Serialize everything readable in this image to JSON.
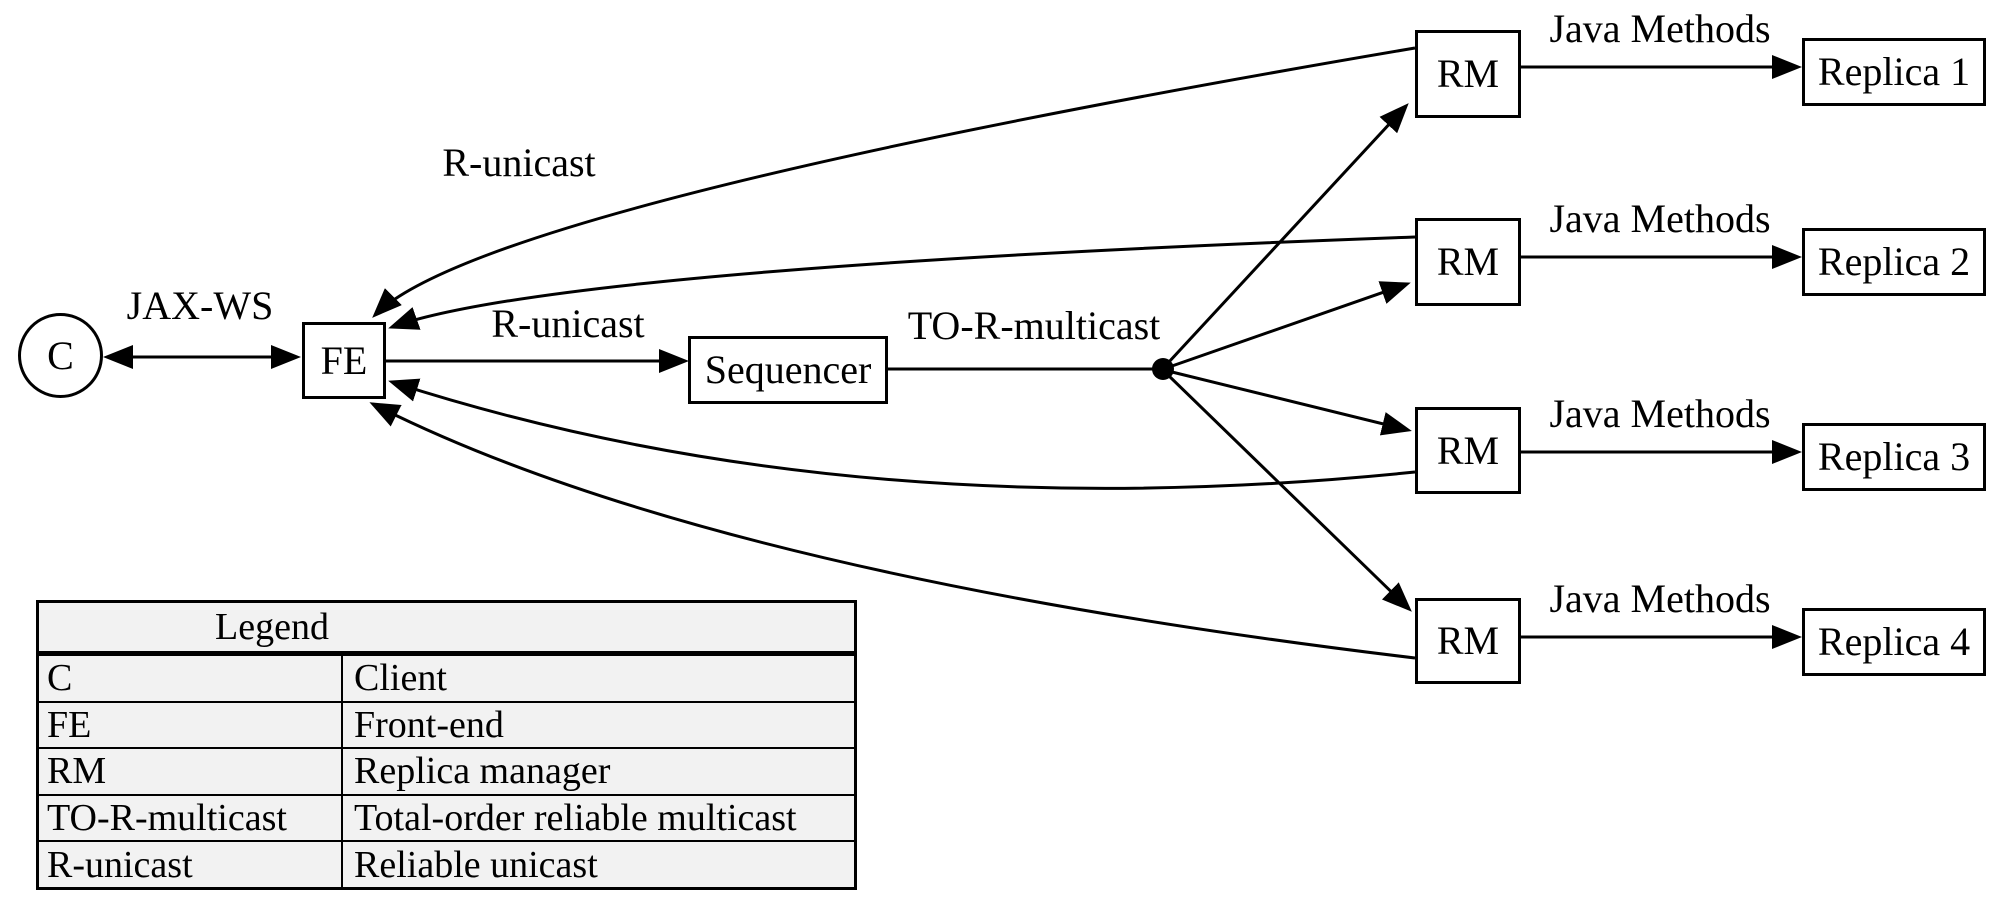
{
  "nodes": {
    "client_label": "C",
    "frontend_label": "FE",
    "sequencer_label": "Sequencer",
    "rm_label": "RM",
    "replica_labels": [
      "Replica 1",
      "Replica 2",
      "Replica 3",
      "Replica 4"
    ]
  },
  "edge_labels": {
    "jax_ws": "JAX-WS",
    "r_unicast_top": "R-unicast",
    "r_unicast_mid": "R-unicast",
    "to_r_multicast": "TO-R-multicast",
    "java_methods": "Java Methods"
  },
  "legend": {
    "title": "Legend",
    "rows": [
      {
        "key": "C",
        "value": "Client"
      },
      {
        "key": "FE",
        "value": "Front-end"
      },
      {
        "key": "RM",
        "value": "Replica manager"
      },
      {
        "key": "TO-R-multicast",
        "value": "Total-order reliable multicast"
      },
      {
        "key": "R-unicast",
        "value": "Reliable unicast"
      }
    ]
  },
  "colors": {
    "stroke": "#000000",
    "node_fill": "#ffffff",
    "legend_fill": "#f2f2f2",
    "background": "#ffffff"
  }
}
